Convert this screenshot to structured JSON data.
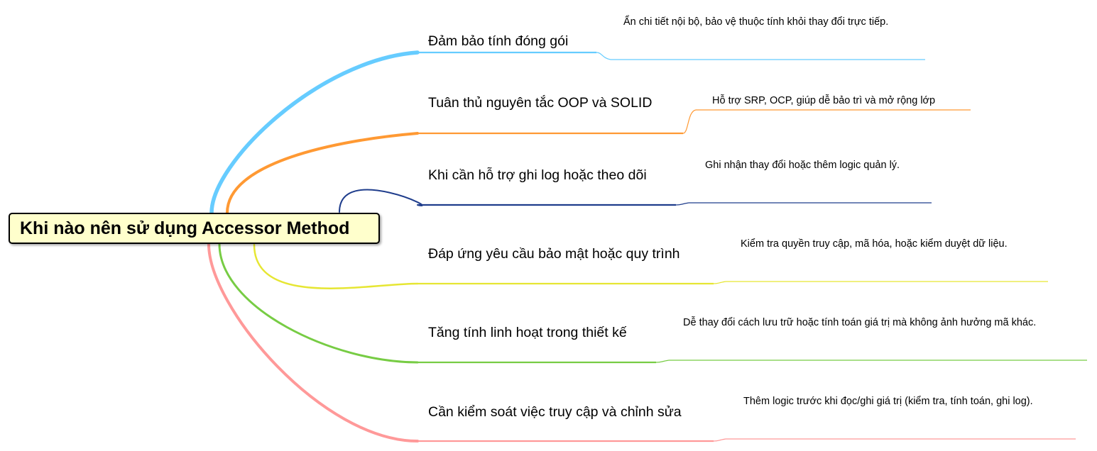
{
  "central_topic": "Khi nào nên sử dụng Accessor Method",
  "branches": [
    {
      "label": "Đảm bảo tính đóng gói",
      "detail": "Ẩn chi tiết nội bộ, bảo vệ thuộc tính khỏi thay đổi trực tiếp.",
      "color": "#66ccff"
    },
    {
      "label": "Tuân thủ nguyên tắc OOP và SOLID",
      "detail": "Hỗ trợ SRP, OCP, giúp dễ bảo trì và mở rộng lớp",
      "color": "#ff9933"
    },
    {
      "label": "Khi cần hỗ trợ ghi log hoặc theo dõi",
      "detail": "Ghi nhận thay đổi hoặc thêm logic quản lý.",
      "color": "#1f3d8c"
    },
    {
      "label": "Đáp ứng yêu cầu bảo mật hoặc quy trình",
      "detail": "Kiểm tra quyền truy cập, mã hóa, hoặc kiểm duyệt dữ liệu.",
      "color": "#e6e633"
    },
    {
      "label": "Tăng tính linh hoạt trong thiết kế",
      "detail": "Dễ thay đổi cách lưu trữ hoặc tính toán giá trị mà không ảnh hưởng mã khác.",
      "color": "#77cc44"
    },
    {
      "label": "Cần kiểm soát việc truy cập và chỉnh sửa",
      "detail": "Thêm logic trước khi đọc/ghi giá trị (kiểm tra, tính toán, ghi log).",
      "color": "#ff9999"
    }
  ]
}
